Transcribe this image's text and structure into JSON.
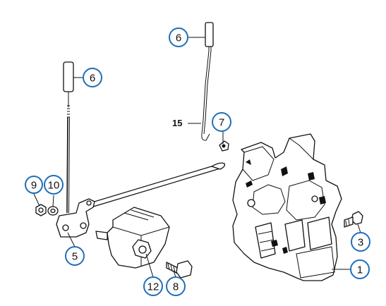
{
  "callouts": {
    "c1": "1",
    "c3": "3",
    "c5": "5",
    "c6_top": "6",
    "c6_left": "6",
    "c7": "7",
    "c8": "8",
    "c9": "9",
    "c10": "10",
    "c12": "12"
  },
  "labels": {
    "l15": "15"
  },
  "colors": {
    "callout_ring": "#1f6fb8",
    "line": "#111111"
  }
}
